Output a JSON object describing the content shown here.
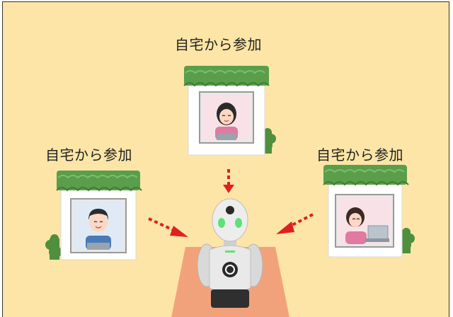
{
  "labels": {
    "top": "自宅から参加",
    "left": "自宅から参加",
    "right": "自宅から参加"
  },
  "colors": {
    "background": "#fce5a6",
    "roof": "#5a9e4b",
    "arrow": "#e02020",
    "floor": "#f2a27a",
    "robot_eye": "#5fe07a"
  }
}
